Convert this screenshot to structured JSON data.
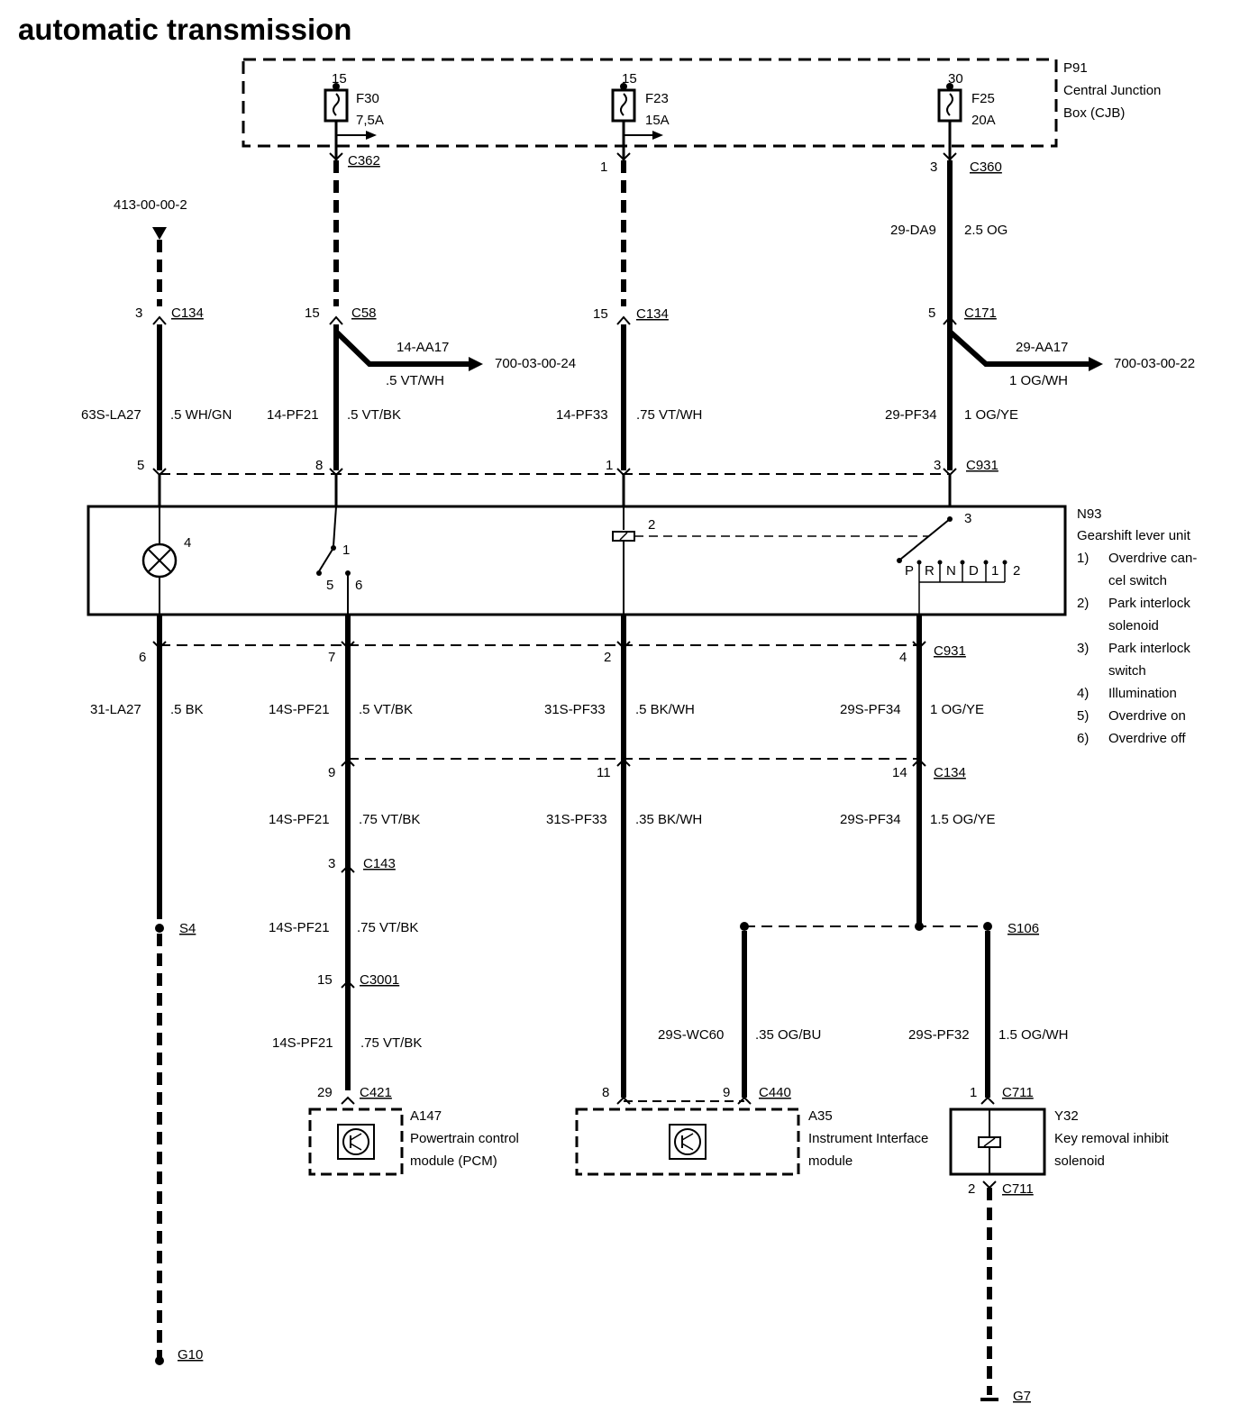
{
  "title": "automatic transmission",
  "cjb": {
    "id": "P91",
    "name_line1": "Central Junction",
    "name_line2": "Box (CJB)"
  },
  "fuses": [
    {
      "pin": "15",
      "id": "F30",
      "rating": "7,5A"
    },
    {
      "pin": "15",
      "id": "F23",
      "rating": "15A"
    },
    {
      "pin": "30",
      "id": "F25",
      "rating": "20A"
    }
  ],
  "refs": {
    "top_left": "413-00-00-2",
    "right_mid": "700-03-00-24",
    "right_far": "700-03-00-22"
  },
  "connectors": {
    "c362": "C362",
    "c360": "C360",
    "c360_pin": "3",
    "c362_pin_mid": "1",
    "c134_a": "C134",
    "c134_a_pin": "3",
    "c58": "C58",
    "c58_pin": "15",
    "c134_b": "C134",
    "c134_b_pin": "15",
    "c171": "C171",
    "c171_pin": "5",
    "c931_top": "C931",
    "c931_top_pins": [
      "5",
      "8",
      "1",
      "3"
    ],
    "c931_bot": "C931",
    "c931_bot_pins": [
      "6",
      "7",
      "2",
      "4"
    ],
    "c134_c": "C134",
    "c134_c_pins": [
      "9",
      "11",
      "14"
    ],
    "c143": "C143",
    "c143_pin": "3",
    "c3001": "C3001",
    "c3001_pin": "15",
    "c421": "C421",
    "c421_pin": "29",
    "c440": "C440",
    "c440_pins": [
      "8",
      "9"
    ],
    "c711_top": "C711",
    "c711_top_pin": "1",
    "c711_bot": "C711",
    "c711_bot_pin": "2"
  },
  "wires": {
    "w29da9": "29-DA9",
    "w29da9_spec": "2.5 OG",
    "w14aa17": "14-AA17",
    "w14aa17_spec": ".5 VT/WH",
    "w29aa17": "29-AA17",
    "w29aa17_spec": "1 OG/WH",
    "w63s": "63S-LA27",
    "w63s_spec": ".5 WH/GN",
    "w14pf21": "14-PF21",
    "w14pf21_spec": ".5 VT/BK",
    "w14pf33": "14-PF33",
    "w14pf33_spec": ".75 VT/WH",
    "w29pf34": "29-PF34",
    "w29pf34_spec": "1 OG/YE",
    "w31la27": "31-LA27",
    "w31la27_spec": ".5 BK",
    "w14spf21a": "14S-PF21",
    "w14spf21a_spec": ".5 VT/BK",
    "w31spf33a": "31S-PF33",
    "w31spf33a_spec": ".5 BK/WH",
    "w29spf34a": "29S-PF34",
    "w29spf34a_spec": "1 OG/YE",
    "w14spf21b": "14S-PF21",
    "w14spf21b_spec": ".75 VT/BK",
    "w31spf33b": "31S-PF33",
    "w31spf33b_spec": ".35 BK/WH",
    "w29spf34b": "29S-PF34",
    "w29spf34b_spec": "1.5 OG/YE",
    "w14spf21c": "14S-PF21",
    "w14spf21c_spec": ".75 VT/BK",
    "w14spf21d": "14S-PF21",
    "w14spf21d_spec": ".75 VT/BK",
    "w29swc60": "29S-WC60",
    "w29swc60_spec": ".35 OG/BU",
    "w29spf32": "29S-PF32",
    "w29spf32_spec": "1.5 OG/WH"
  },
  "splices": {
    "s4": "S4",
    "s106": "S106"
  },
  "grounds": {
    "g10": "G10",
    "g7": "G7"
  },
  "gearshift": {
    "id": "N93",
    "name": "Gearshift lever unit",
    "pins": {
      "p1": "1",
      "p2": "2",
      "p3": "3",
      "p4": "4",
      "p5": "5",
      "p6": "6",
      "pr2": "2"
    },
    "gears": [
      "P",
      "R",
      "N",
      "D",
      "1"
    ],
    "legend": [
      {
        "num": "1)",
        "line1": "Overdrive can-",
        "line2": "cel switch"
      },
      {
        "num": "2)",
        "line1": "Park interlock",
        "line2": "solenoid"
      },
      {
        "num": "3)",
        "line1": "Park interlock",
        "line2": "switch"
      },
      {
        "num": "4)",
        "line1": "Illumination",
        "line2": ""
      },
      {
        "num": "5)",
        "line1": "Overdrive on",
        "line2": ""
      },
      {
        "num": "6)",
        "line1": "Overdrive off",
        "line2": ""
      }
    ]
  },
  "modules": {
    "a147": {
      "id": "A147",
      "line1": "Powertrain control",
      "line2": "module (PCM)"
    },
    "a35": {
      "id": "A35",
      "line1": "Instrument Interface",
      "line2": "module"
    },
    "y32": {
      "id": "Y32",
      "line1": "Key removal inhibit",
      "line2": "solenoid"
    }
  }
}
